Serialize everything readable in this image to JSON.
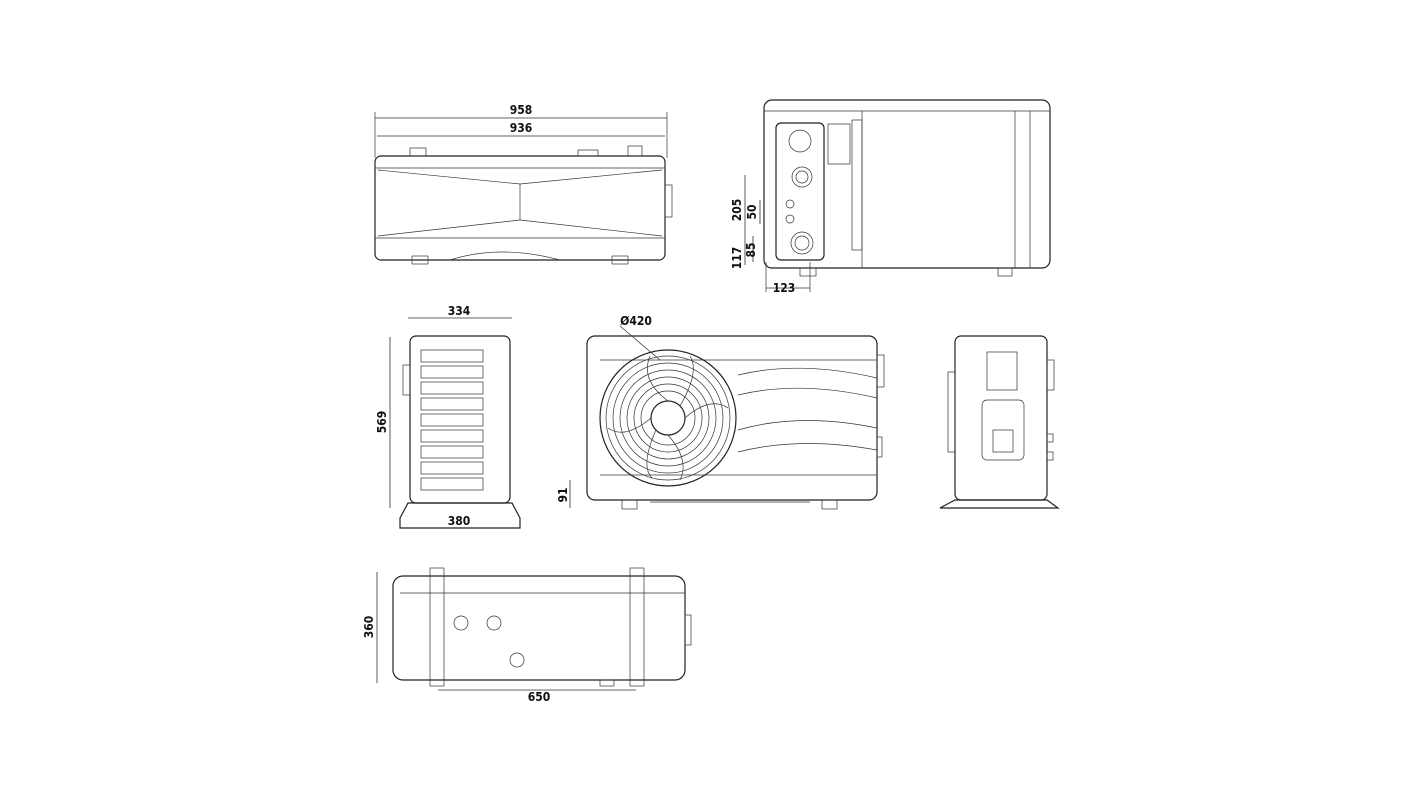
{
  "title": "Heat pump dimension drawing",
  "dimensions": {
    "top_overall_width": "958",
    "top_body_width": "936",
    "side_205": "205",
    "side_50": "50",
    "side_117": "117",
    "side_85": "85",
    "side_123": "123",
    "left_depth": "334",
    "left_height": "569",
    "left_base": "380",
    "fan_diameter": "Ø420",
    "front_foot": "91",
    "bottom_depth": "360",
    "bottom_span": "650"
  },
  "colors": {
    "line": "#222222",
    "background": "#ffffff"
  }
}
